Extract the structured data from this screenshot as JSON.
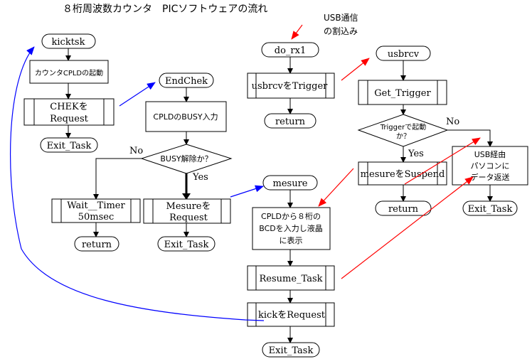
{
  "title": "８桁周波数カウンタ　PICソフトウェアの流れ",
  "colors": {
    "red": "#ff0000",
    "blue": "#0000ff",
    "black": "#000000"
  },
  "interrupt_note": [
    "USB通信",
    "の割込み"
  ],
  "kicktsk": {
    "start": "kicktsk",
    "step1": "カウンタCPLDの起動",
    "step2": [
      "CHEKを",
      "Request"
    ],
    "end": "Exit_Task"
  },
  "endchek": {
    "start": "EndChek",
    "step1": "CPLDのBUSY入力",
    "decision": "BUSY解除か？",
    "no_label": "No",
    "yes_label": "Yes",
    "wait": [
      "Wait__Timer",
      "50msec"
    ],
    "wait_end": "return",
    "request": [
      "Mesureを",
      "Request"
    ],
    "end": "Exit_Task"
  },
  "do_rx1": {
    "start": "do_rx1",
    "step1": "usbrcvをTrigger",
    "end": "return"
  },
  "mesure": {
    "start": "mesure",
    "step1": [
      "CPLDから８桁の",
      "BCDを入力し液晶",
      "に表示"
    ],
    "step2": "Resume_Task",
    "step3": "kickをRequest",
    "end": "Exit_Task"
  },
  "usbrcv": {
    "start": "usbrcv",
    "step1": "Get_Trigger",
    "decision": [
      "Triggerで起動",
      "か？"
    ],
    "no_label": "No",
    "yes_label": "Yes",
    "suspend": "mesureをSuspend",
    "suspend_end": "return",
    "send": [
      "USB経由",
      "パソコンに",
      "データ返送"
    ],
    "send_end": "Exit_Task"
  }
}
